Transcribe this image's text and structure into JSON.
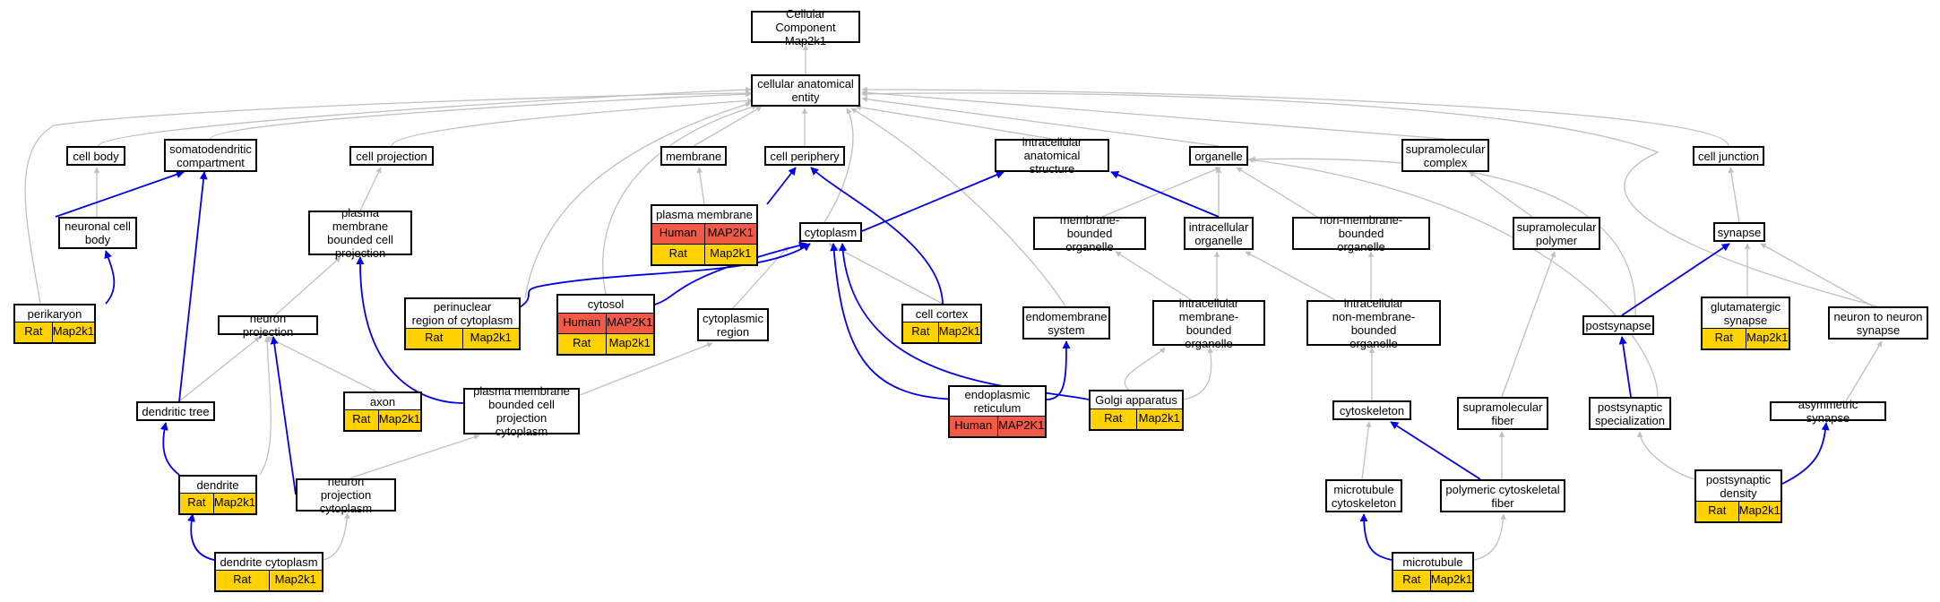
{
  "colors": {
    "part_of_edge": "#0000ee",
    "is_a_edge": "#c0c0c0",
    "rat": "#ffd200",
    "human": "#f05a46"
  },
  "nodes": {
    "root": "Cellular Component\nMap2k1",
    "cae": "cellular anatomical\nentity",
    "cellbody": "cell body",
    "somato": "somatodendritic\ncompartment",
    "cellproj": "cell projection",
    "membrane": "membrane",
    "periphery": "cell periphery",
    "ias": "intracellular\nanatomical structure",
    "organelle": "organelle",
    "supracomplex": "supramolecular\ncomplex",
    "celljunction": "cell junction",
    "neuronal": "neuronal cell\nbody",
    "pmbcp": "plasma membrane\nbounded cell\nprojection",
    "pm": "plasma membrane",
    "cytoplasm": "cytoplasm",
    "mbo": "membrane-bounded\norganelle",
    "intraorg": "intracellular\norganelle",
    "nmbo": "non-membrane-bounded\norganelle",
    "supapoly": "supramolecular\npolymer",
    "synapse": "synapse",
    "perikaryon": "perikaryon",
    "neuronproj": "neuron projection",
    "perinuclear": "perinuclear\nregion of cytoplasm",
    "cytosol": "cytosol",
    "cytoregion": "cytoplasmic\nregion",
    "cellcortex": "cell cortex",
    "endomem": "endomembrane\nsystem",
    "imbo": "intracellular\nmembrane-bounded\norganelle",
    "inmbo": "intracellular\nnon-membrane-bounded\norganelle",
    "postsynapse": "postsynapse",
    "glutam": "glutamatergic\nsynapse",
    "n2n": "neuron to neuron\nsynapse",
    "axon": "axon",
    "dendtree": "dendritic tree",
    "pmbcpc": "plasma membrane\nbounded cell\nprojection cytoplasm",
    "er": "endoplasmic\nreticulum",
    "golgi": "Golgi apparatus",
    "cytoskel": "cytoskeleton",
    "supafiber": "supramolecular\nfiber",
    "postspec": "postsynaptic\nspecialization",
    "asym": "asymmetric synapse",
    "dendrite": "dendrite",
    "npc": "neuron projection\ncytoplasm",
    "mtcyto": "microtubule\ncytoskeleton",
    "pcf": "polymeric cytoskeletal\nfiber",
    "psd": "postsynaptic\ndensity",
    "dendcyto": "dendrite cytoplasm",
    "microtubule": "microtubule"
  },
  "annotations": {
    "pm": [
      [
        "Human",
        "MAP2K1"
      ],
      [
        "Rat",
        "Map2k1"
      ]
    ],
    "perikaryon": [
      [
        "Rat",
        "Map2k1"
      ]
    ],
    "perinuclear": [
      [
        "Rat",
        "Map2k1"
      ]
    ],
    "cytosol": [
      [
        "Human",
        "MAP2K1"
      ],
      [
        "Rat",
        "Map2k1"
      ]
    ],
    "cellcortex": [
      [
        "Rat",
        "Map2k1"
      ]
    ],
    "glutam": [
      [
        "Rat",
        "Map2k1"
      ]
    ],
    "axon": [
      [
        "Rat",
        "Map2k1"
      ]
    ],
    "er": [
      [
        "Human",
        "MAP2K1"
      ]
    ],
    "golgi": [
      [
        "Rat",
        "Map2k1"
      ]
    ],
    "dendrite": [
      [
        "Rat",
        "Map2k1"
      ]
    ],
    "psd": [
      [
        "Rat",
        "Map2k1"
      ]
    ],
    "dendcyto": [
      [
        "Rat",
        "Map2k1"
      ]
    ],
    "microtubule": [
      [
        "Rat",
        "Map2k1"
      ]
    ]
  }
}
